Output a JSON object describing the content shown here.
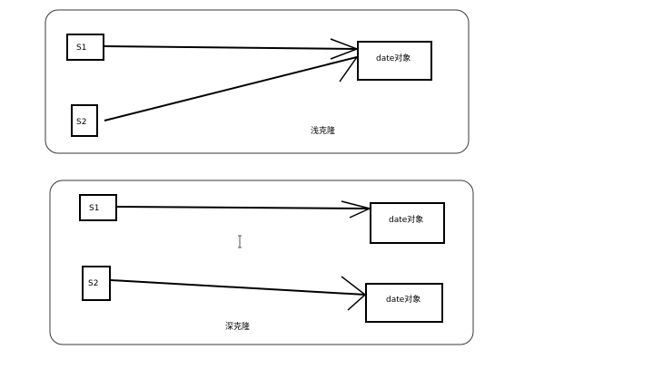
{
  "shallow": {
    "s1_label": "S1",
    "s2_label": "S2",
    "date_label": "date对象",
    "caption": "浅克隆"
  },
  "deep": {
    "s1_label": "S1",
    "s2_label": "S2",
    "date1_label": "date对象",
    "date2_label": "date对象",
    "caption": "深克隆"
  },
  "colors": {
    "stroke": "#000000",
    "panel_border": "#3a3a3a",
    "background": "#ffffff"
  }
}
